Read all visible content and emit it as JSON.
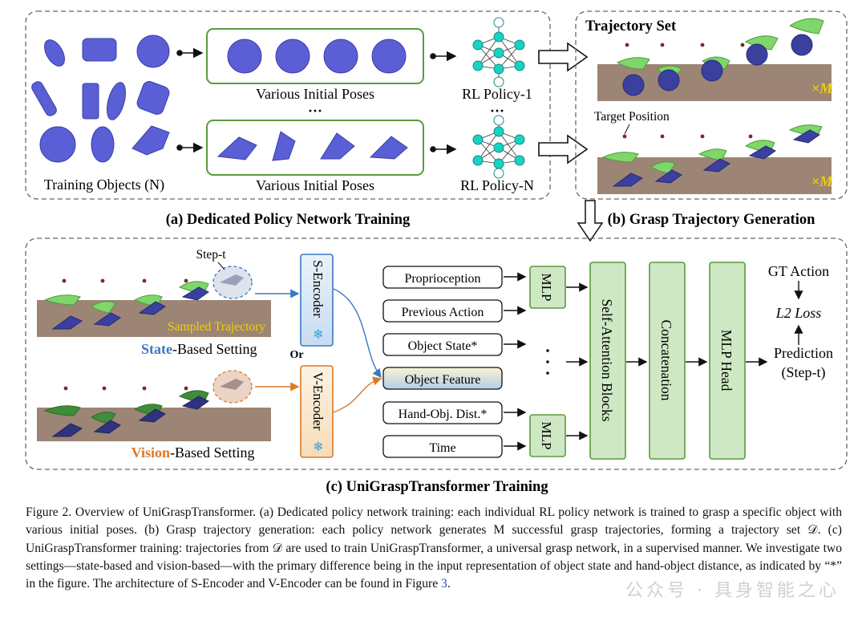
{
  "panel_a": {
    "caption": "(a) Dedicated Policy Network Training",
    "training_objects_label": "Training Objects (N)",
    "poses_label_top": "Various Initial Poses",
    "poses_label_bottom": "Various Initial Poses",
    "dots_middle": "···",
    "policy_top": "RL Policy-1",
    "policy_bottom": "RL Policy-N"
  },
  "panel_b": {
    "caption": "(b) Grasp Trajectory Generation",
    "title": "Trajectory Set",
    "multiplier_top": "×M",
    "multiplier_bottom": "×M",
    "target_label": "Target Position"
  },
  "panel_c": {
    "caption": "(c) UniGraspTransformer Training",
    "step_label": "Step-t",
    "sampled_trajectory": "Sampled Trajectory",
    "state_setting_bold": "State",
    "state_setting_rest": "-Based Setting",
    "or_label": "Or",
    "vision_setting_bold": "Vision",
    "vision_setting_rest": "-Based Setting",
    "s_encoder": "S-Encoder",
    "v_encoder": "V-Encoder",
    "inputs": [
      "Proprioception",
      "Previous Action",
      "Object State*",
      "Object Feature",
      "Hand-Obj. Dist.*",
      "Time"
    ],
    "mlp_top": "MLP",
    "mlp_bottom": "MLP",
    "vdots": "·\n·\n·",
    "blocks": [
      "Self-Attention Blocks",
      "Concatenation",
      "MLP Head"
    ],
    "gt_action": "GT Action",
    "loss": "L2 Loss",
    "prediction": "Prediction",
    "prediction_step": "(Step-t)"
  },
  "caption": {
    "text": "Figure 2. Overview of UniGraspTransformer. (a) Dedicated policy network training: each individual RL policy network is trained to grasp a specific object with various initial poses. (b) Grasp trajectory generation: each policy network generates M successful grasp trajectories, forming a trajectory set 𝒟. (c) UniGraspTransformer training: trajectories from 𝒟 are used to train UniGraspTransformer, a universal grasp network, in a supervised manner. We investigate two settings—state-based and vision-based—with the primary difference being in the input representation of object state and hand-object distance, as indicated by “*” in the figure. The architecture of S-Encoder and V-Encoder can be found in Figure ",
    "ref": "3",
    "end": "."
  },
  "watermark": "公众号 · 具身智能之心",
  "colors": {
    "object": "#5a5fd6",
    "hand": "#7fd66a",
    "green_box": "#5a9a3e",
    "block_fill": "#cfe8c4",
    "ground": "#9c8574",
    "s_encoder": "#3a78c2",
    "v_encoder": "#d97a2a",
    "multiplier": "#f0d000"
  }
}
